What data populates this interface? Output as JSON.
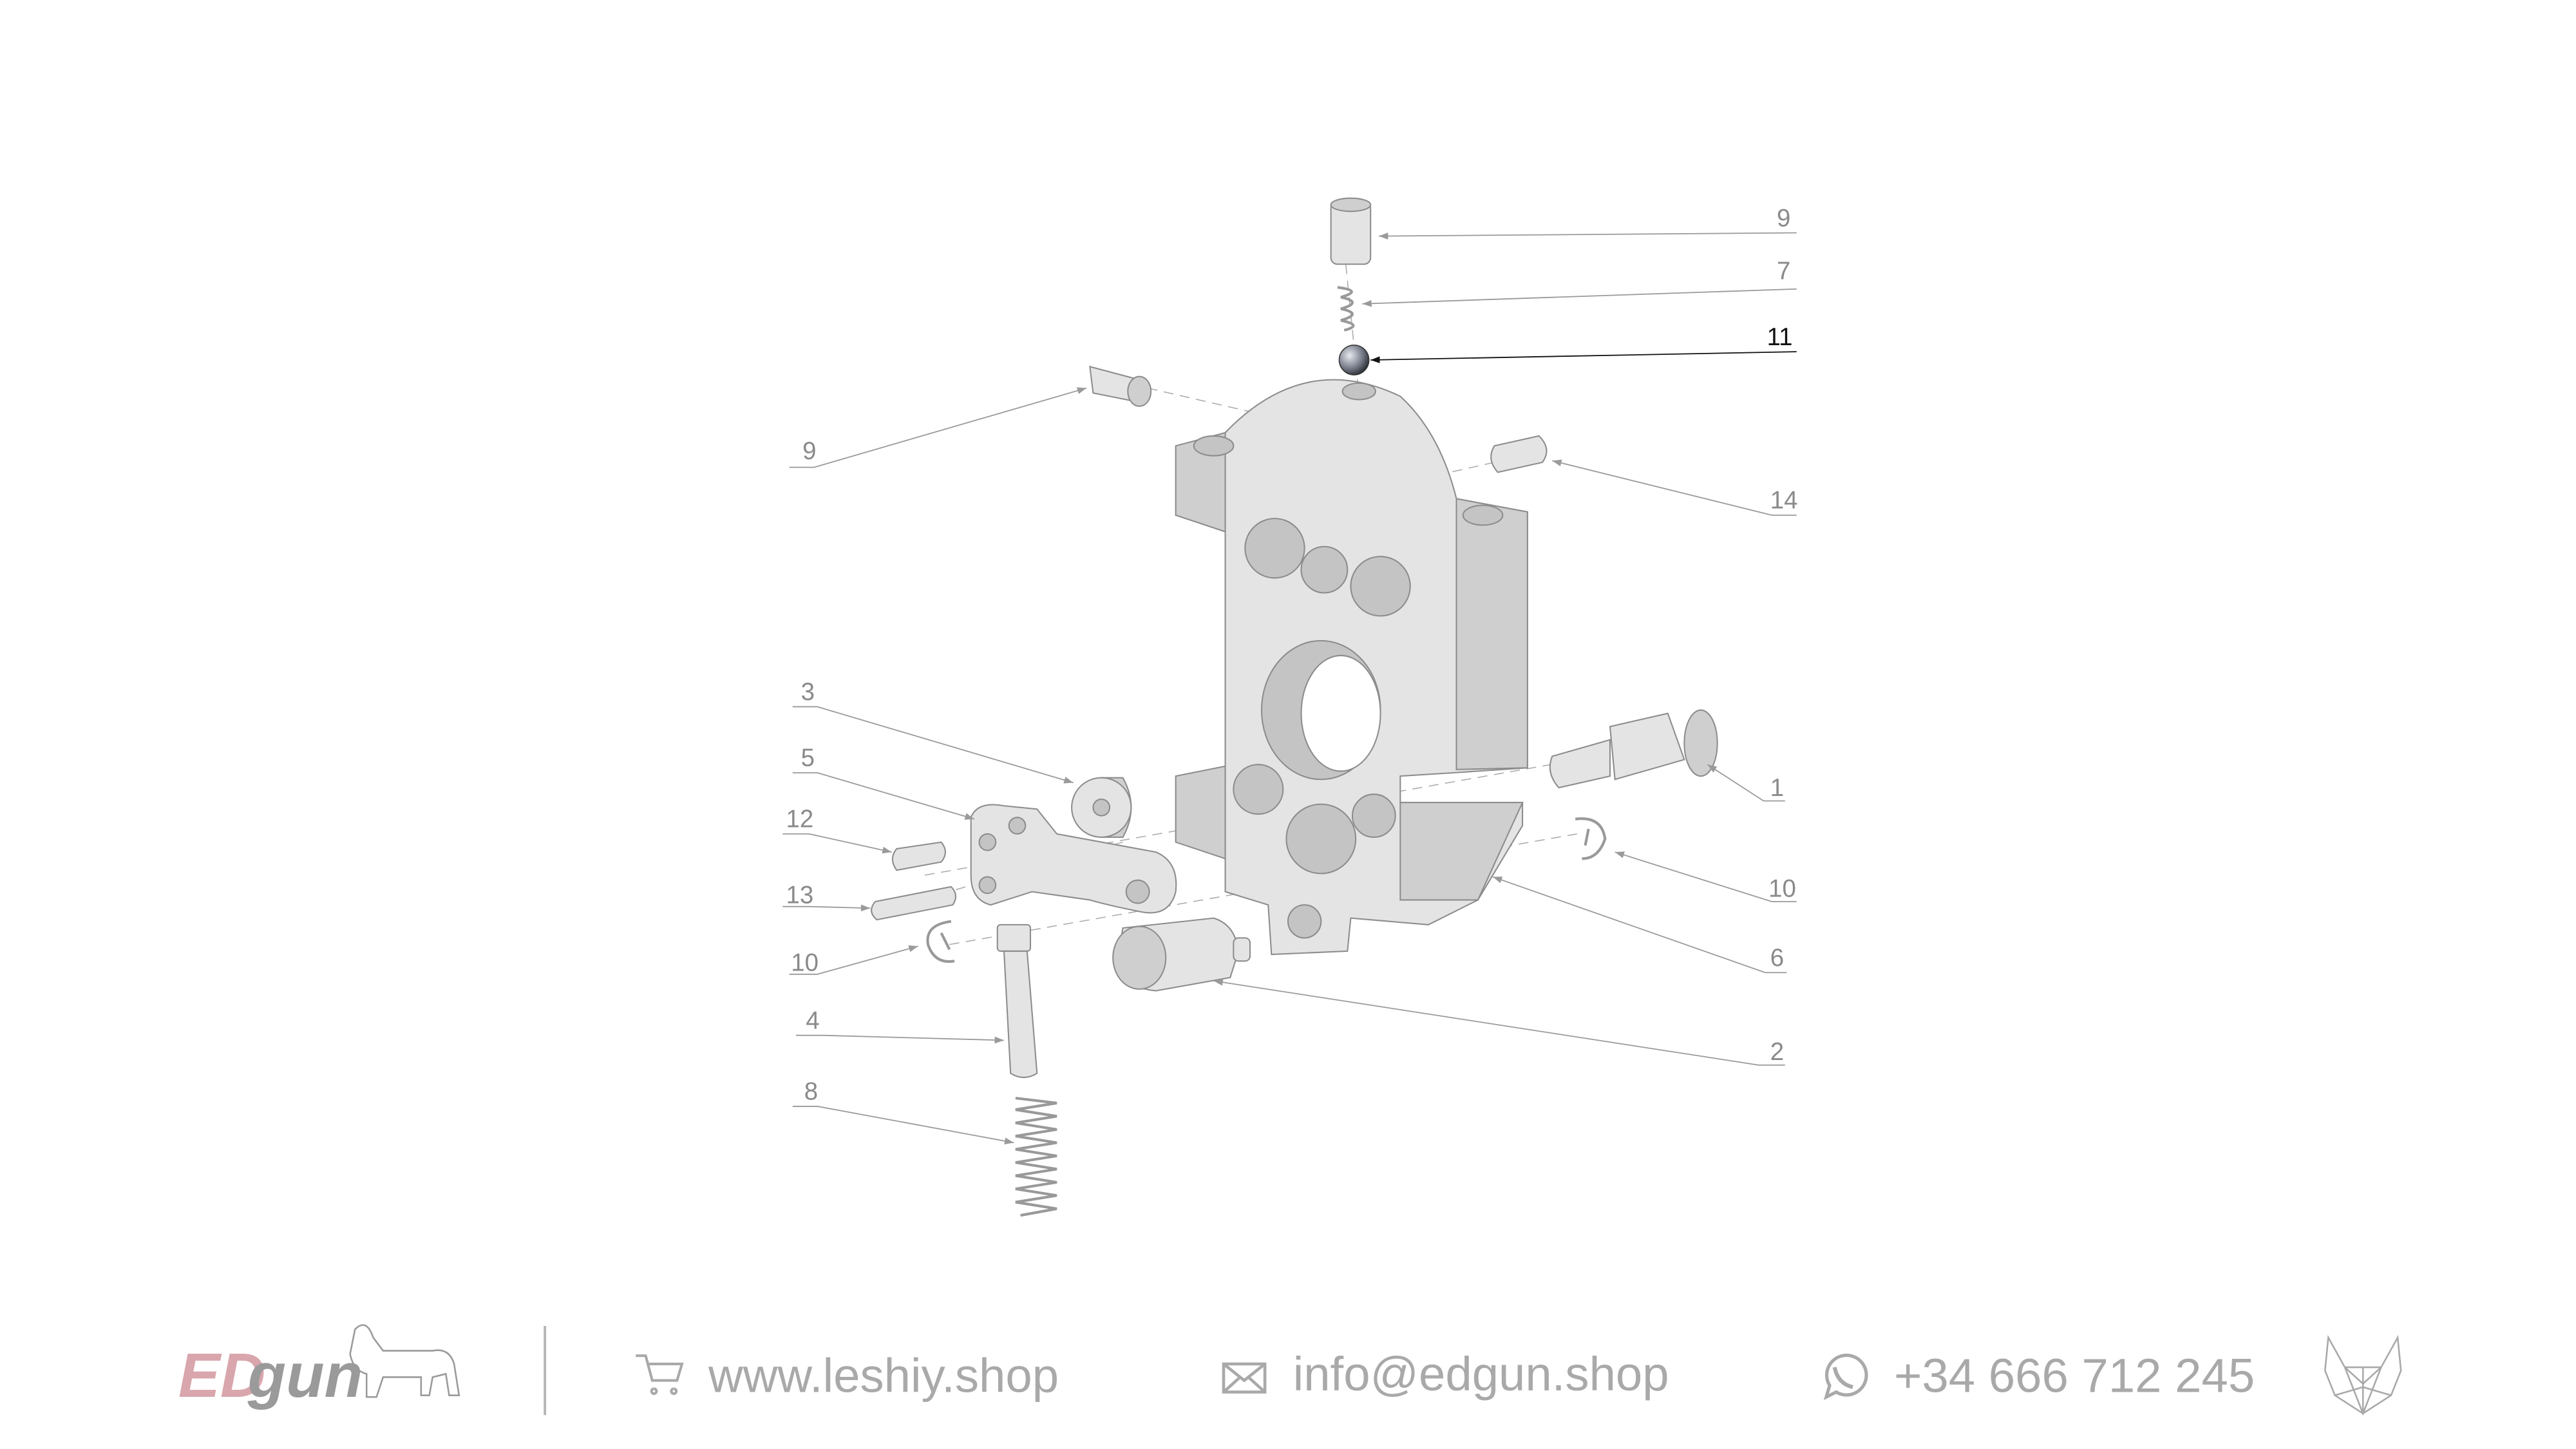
{
  "callouts": [
    {
      "id": "9",
      "highlight": false
    },
    {
      "id": "7",
      "highlight": false
    },
    {
      "id": "11",
      "highlight": true
    },
    {
      "id": "9",
      "highlight": false
    },
    {
      "id": "14",
      "highlight": false
    },
    {
      "id": "3",
      "highlight": false
    },
    {
      "id": "5",
      "highlight": false
    },
    {
      "id": "12",
      "highlight": false
    },
    {
      "id": "13",
      "highlight": false
    },
    {
      "id": "10",
      "highlight": false
    },
    {
      "id": "4",
      "highlight": false
    },
    {
      "id": "8",
      "highlight": false
    },
    {
      "id": "1",
      "highlight": false
    },
    {
      "id": "10",
      "highlight": false
    },
    {
      "id": "6",
      "highlight": false
    },
    {
      "id": "2",
      "highlight": false
    }
  ],
  "footer": {
    "logo": {
      "text_primary": "ED",
      "text_secondary": "gun",
      "icon": "dog-silhouette-icon"
    },
    "website": {
      "icon": "cart-icon",
      "text": "www.leshiy.shop"
    },
    "email": {
      "icon": "envelope-icon",
      "text": "info@edgun.shop"
    },
    "phone": {
      "icon": "whatsapp-icon",
      "text": "+34 666 712 245"
    },
    "brand_mark": {
      "icon": "wolf-head-icon"
    }
  },
  "colors": {
    "logo_ed": "#d9a6ad",
    "logo_gun": "#9a9a9a",
    "footer_text": "#a9a9a9",
    "highlight": "#111111"
  }
}
